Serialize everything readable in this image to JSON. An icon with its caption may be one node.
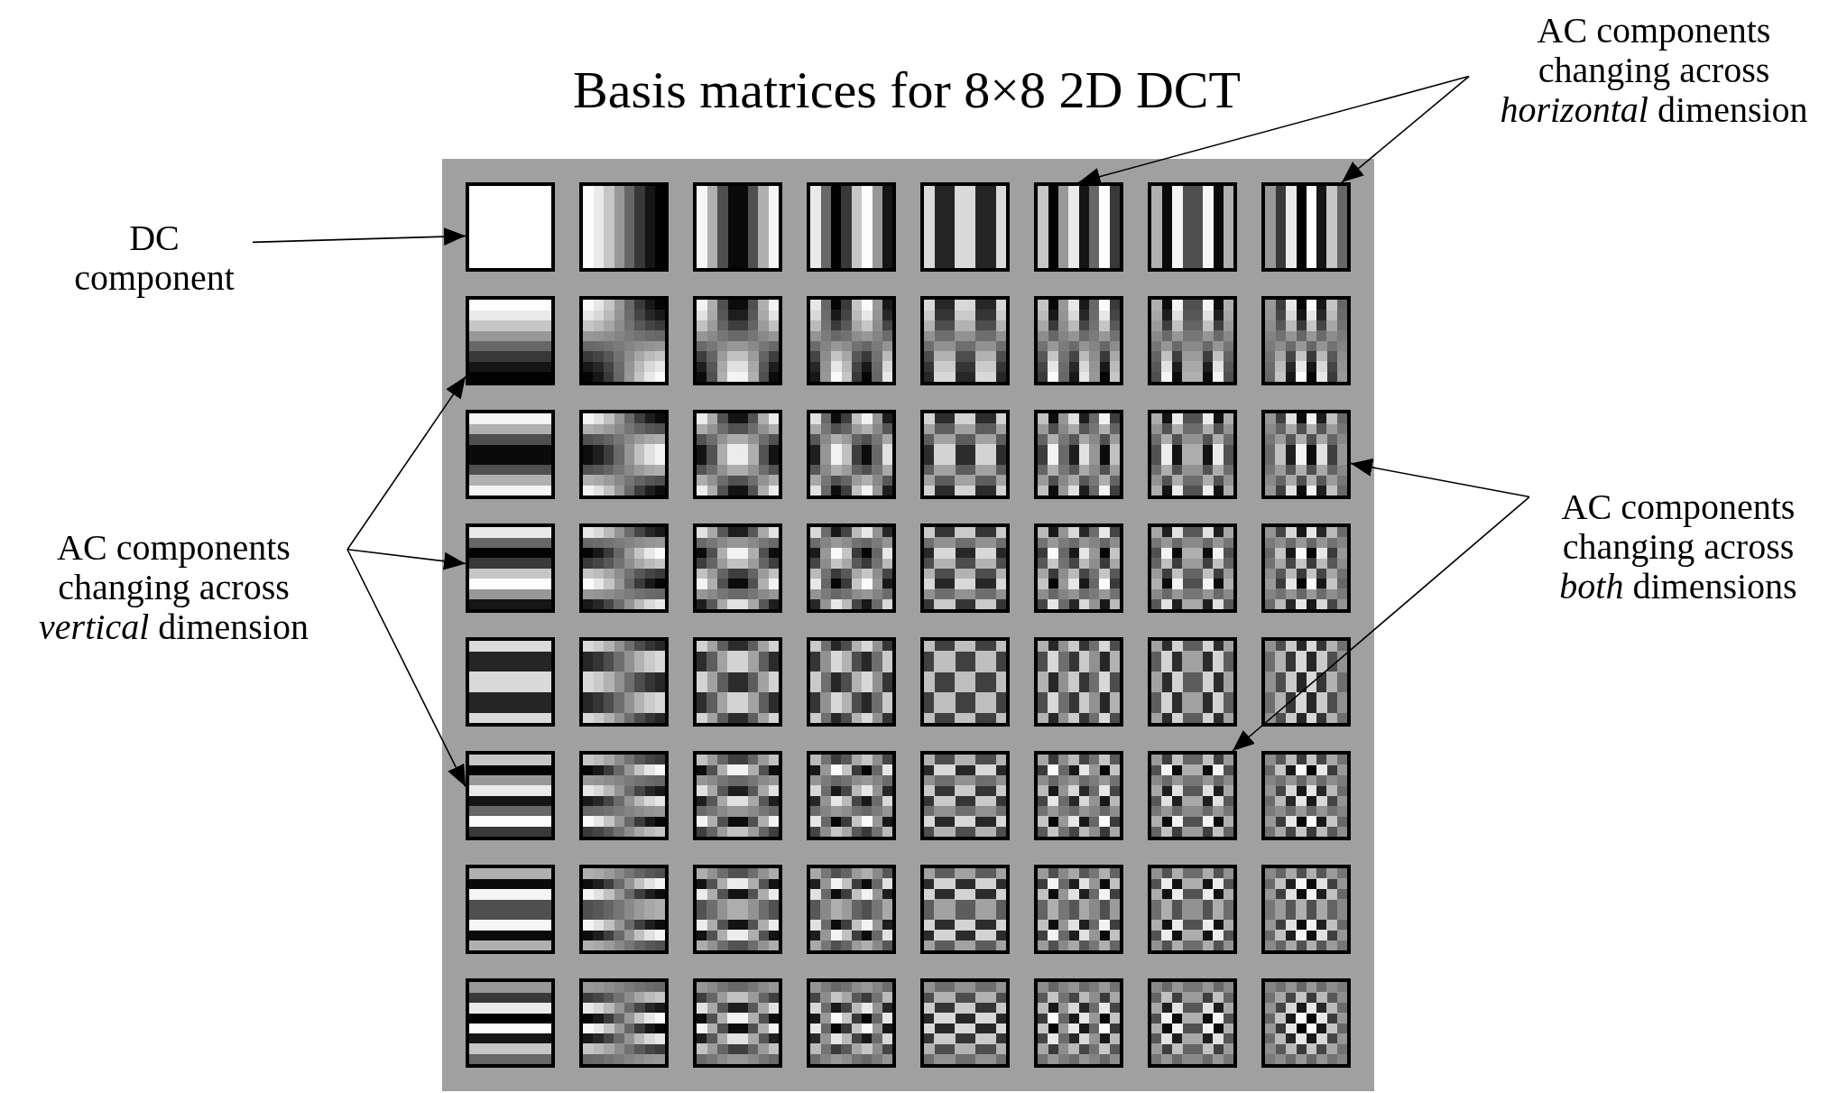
{
  "diagram": {
    "title": "Basis matrices for 8×8 2D DCT",
    "nodes": [
      {
        "text": [
          "AC components changing across *horizontal* dimension"
        ]
      },
      {
        "text": [
          "DC component"
        ]
      },
      {
        "text": [
          "AC components changing across *vertical* dimension"
        ]
      },
      {
        "text": [
          "AC components changing across *both* dimensions"
        ]
      },
      {
        "text": [],
        "shape": "box"
      },
      {
        "text": [],
        "shape": "box",
        "in": 4
      },
      {
        "text": [],
        "shape": "picture",
        "in": 4
      },
      {
        "text": [],
        "shape": "picture",
        "in": 4
      },
      {
        "text": [],
        "shape": "picture",
        "in": 4
      },
      {
        "text": [],
        "shape": "picture",
        "in": 4
      },
      {
        "text": [],
        "shape": "picture",
        "in": 4
      },
      {
        "text": [],
        "shape": "picture",
        "in": 4
      },
      {
        "text": [],
        "shape": "picture",
        "in": 4
      },
      {
        "text": [],
        "shape": "picture",
        "in": 4
      },
      {
        "text": [],
        "shape": "picture",
        "in": 4
      },
      {
        "text": [],
        "shape": "picture",
        "in": 4
      },
      {
        "text": [],
        "shape": "picture",
        "in": 4
      },
      {
        "text": [],
        "shape": "picture",
        "in": 4
      },
      {
        "text": [],
        "shape": "picture",
        "in": 4
      },
      {
        "text": [],
        "shape": "picture",
        "in": 4
      },
      {
        "text": [],
        "shape": "picture",
        "in": 4
      },
      {
        "text": [],
        "shape": "picture",
        "in": 4
      },
      {
        "text": [],
        "shape": "picture",
        "in": 4
      },
      {
        "text": [],
        "shape": "picture",
        "in": 4
      },
      {
        "text": [],
        "shape": "picture",
        "in": 4
      },
      {
        "text": [],
        "shape": "picture",
        "in": 4
      },
      {
        "text": [],
        "shape": "picture",
        "in": 4
      },
      {
        "text": [],
        "shape": "picture",
        "in": 4
      },
      {
        "text": [],
        "shape": "picture",
        "in": 4
      },
      {
        "text": [],
        "shape": "picture",
        "in": 4
      },
      {
        "text": [],
        "shape": "picture",
        "in": 4
      },
      {
        "text": [],
        "shape": "picture",
        "in": 4
      },
      {
        "text": [],
        "shape": "picture",
        "in": 4
      },
      {
        "text": [],
        "shape": "picture",
        "in": 4
      },
      {
        "text": [],
        "shape": "picture",
        "in": 4
      },
      {
        "text": [],
        "shape": "picture",
        "in": 4
      },
      {
        "text": [],
        "shape": "picture",
        "in": 4
      },
      {
        "text": [],
        "shape": "picture",
        "in": 4
      },
      {
        "text": [],
        "shape": "picture",
        "in": 4
      },
      {
        "text": [],
        "shape": "picture",
        "in": 4
      },
      {
        "text": [],
        "shape": "picture",
        "in": 4
      },
      {
        "text": [],
        "shape": "picture",
        "in": 4
      },
      {
        "text": [],
        "shape": "picture",
        "in": 4
      },
      {
        "text": [],
        "shape": "picture",
        "in": 4
      },
      {
        "text": [],
        "shape": "picture",
        "in": 4
      },
      {
        "text": [],
        "shape": "picture",
        "in": 4
      },
      {
        "text": [],
        "shape": "picture",
        "in": 4
      },
      {
        "text": [],
        "shape": "picture",
        "in": 4
      },
      {
        "text": [],
        "shape": "picture",
        "in": 4
      },
      {
        "text": [],
        "shape": "picture",
        "in": 4
      },
      {
        "text": [],
        "shape": "picture",
        "in": 4
      },
      {
        "text": [],
        "shape": "picture",
        "in": 4
      },
      {
        "text": [],
        "shape": "picture",
        "in": 4
      },
      {
        "text": [],
        "shape": "picture",
        "in": 4
      },
      {
        "text": [],
        "shape": "picture",
        "in": 4
      },
      {
        "text": [],
        "shape": "picture",
        "in": 4
      },
      {
        "text": [],
        "shape": "picture",
        "in": 4
      },
      {
        "text": [],
        "shape": "picture",
        "in": 4
      },
      {
        "text": [],
        "shape": "picture",
        "in": 4
      },
      {
        "text": [],
        "shape": "picture",
        "in": 4
      },
      {
        "text": [],
        "shape": "picture",
        "in": 4
      },
      {
        "text": [],
        "shape": "picture",
        "in": 4
      },
      {
        "text": [],
        "shape": "picture",
        "in": 4
      },
      {
        "text": [],
        "shape": "picture",
        "in": 4
      },
      {
        "text": [],
        "shape": "picture",
        "in": 4
      },
      {
        "text": [],
        "shape": "picture",
        "in": 4
      },
      {
        "text": [],
        "shape": "picture",
        "in": 4
      },
      {
        "text": [],
        "shape": "picture",
        "in": 4
      },
      {
        "text": [],
        "shape": "picture",
        "in": 4
      }
    ],
    "edges": [
      {
        "from": 0,
        "to": 10,
        "arrow": "to"
      },
      {
        "from": 0,
        "to": 12,
        "arrow": "to"
      },
      {
        "from": 1,
        "to": 5,
        "arrow": "to"
      },
      {
        "from": 2,
        "to": 13,
        "arrow": "to"
      },
      {
        "from": 2,
        "to": 29,
        "arrow": "to"
      },
      {
        "from": 2,
        "to": 45,
        "arrow": "to"
      },
      {
        "from": 3,
        "to": 28,
        "arrow": "to"
      },
      {
        "from": 3,
        "to": 51,
        "arrow": "to"
      }
    ]
  }
}
